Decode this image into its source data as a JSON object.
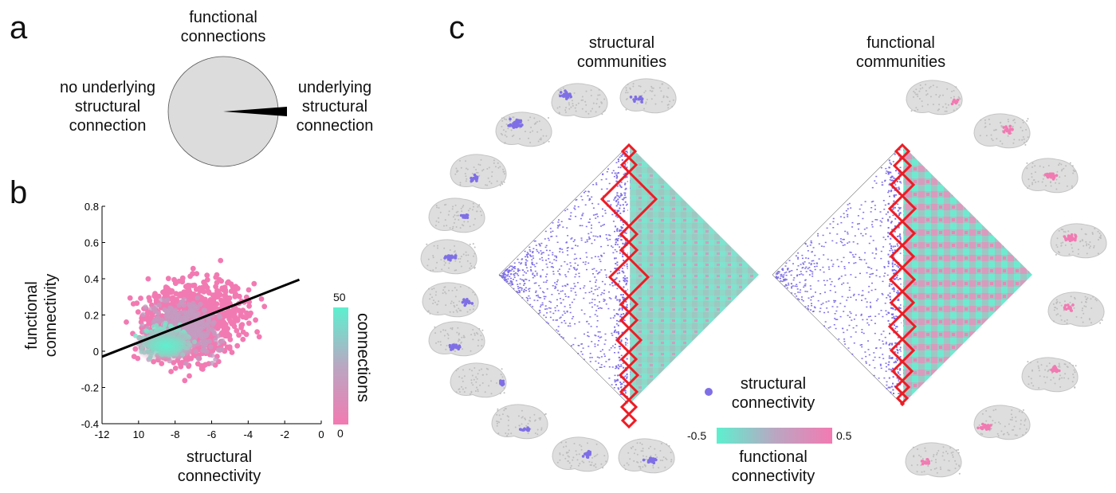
{
  "panels": {
    "a": "a",
    "b": "b",
    "c": "c"
  },
  "panel_a": {
    "title_line1": "functional",
    "title_line2": "connections",
    "left_label": [
      "no underlying",
      "structural",
      "connection"
    ],
    "right_label": [
      "underlying",
      "structural",
      "connection"
    ]
  },
  "panel_b": {
    "ylabel_line1": "functional",
    "ylabel_line2": "connectivity",
    "xlabel_line1": "structural",
    "xlabel_line2": "connectivity",
    "colorbar_label": "connections",
    "colorbar_max": "50",
    "colorbar_min": "0"
  },
  "panel_c": {
    "structural_title": [
      "structural",
      "communities"
    ],
    "functional_title": [
      "functional",
      "communities"
    ],
    "legend_dot_label": [
      "structural",
      "connectivity"
    ],
    "colorbar_min": "-0.5",
    "colorbar_max": "0.5",
    "colorbar_label": [
      "functional",
      "connectivity"
    ]
  },
  "colors": {
    "pink": "#f27ab2",
    "teal": "#5df0cf",
    "purple": "#7f6fe6",
    "red": "#ee1c24",
    "brain_gray": "#cfcfcf"
  },
  "chart_data": [
    {
      "type": "pie",
      "title": "functional connections",
      "labels": [
        "no underlying structural connection",
        "underlying structural connection"
      ],
      "values": [
        0.97,
        0.03
      ]
    },
    {
      "type": "scatter",
      "xlabel": "structural connectivity",
      "ylabel": "functional connectivity",
      "xlim": [
        -12,
        0
      ],
      "ylim": [
        -0.4,
        0.8
      ],
      "x_ticks": [
        "-12",
        "10",
        "-8",
        "-6",
        "-4",
        "-2",
        "0"
      ],
      "x_tick_values": [
        -12,
        -10,
        -8,
        -6,
        -4,
        -2,
        0
      ],
      "y_ticks": [
        "-0.4",
        "-0.2",
        "0",
        "0.2",
        "0.4",
        "0.6",
        "0.8"
      ],
      "y_tick_values": [
        -0.4,
        -0.2,
        0,
        0.2,
        0.4,
        0.6,
        0.8
      ],
      "fit_line": {
        "x": [
          -12,
          -1.2
        ],
        "y": [
          -0.03,
          0.395
        ]
      },
      "density_center": {
        "x": -8.5,
        "y": 0.03
      },
      "colorbar_range": [
        0,
        50
      ]
    }
  ]
}
